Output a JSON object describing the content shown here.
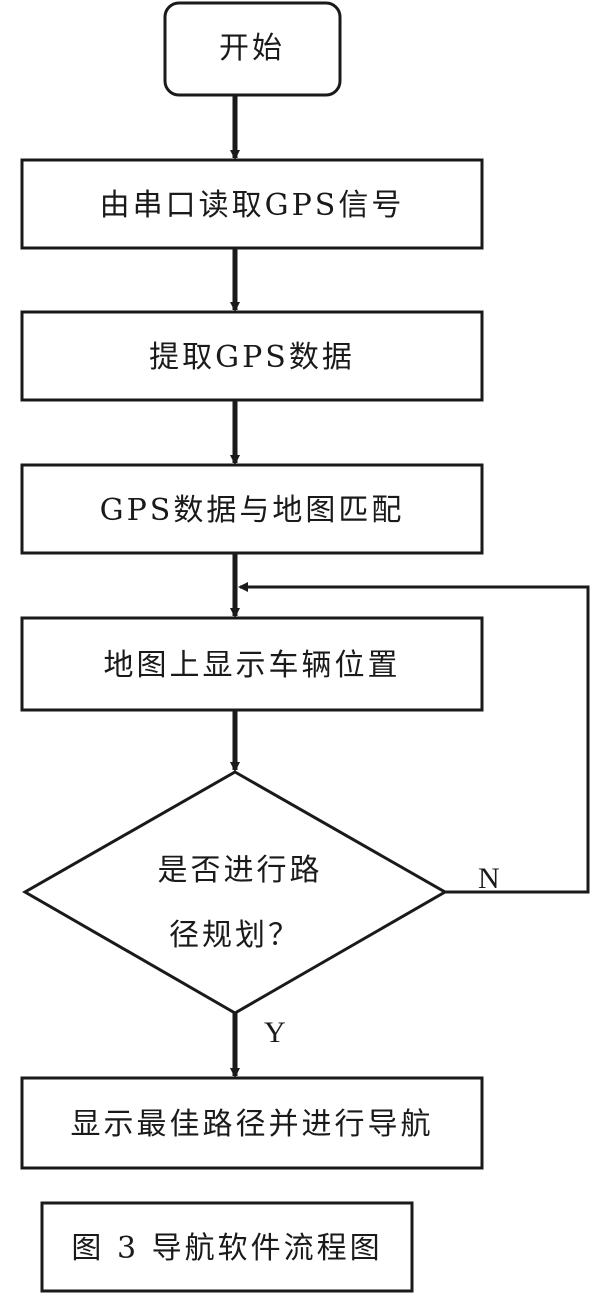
{
  "flowchart": {
    "nodes": [
      {
        "id": "start",
        "shape": "rounded-rect",
        "label": "开始"
      },
      {
        "id": "read-serial",
        "shape": "rect",
        "label": "由串口读取GPS信号"
      },
      {
        "id": "extract-data",
        "shape": "rect",
        "label": "提取GPS数据"
      },
      {
        "id": "map-match",
        "shape": "rect",
        "label": "GPS数据与地图匹配"
      },
      {
        "id": "show-vehicle",
        "shape": "rect",
        "label": "地图上显示车辆位置"
      },
      {
        "id": "decision",
        "shape": "diamond",
        "label_lines": [
          "是否进行路",
          "径规划？"
        ]
      },
      {
        "id": "navigate",
        "shape": "rect",
        "label": "显示最佳路径并进行导航"
      }
    ],
    "edges": [
      {
        "from": "start",
        "to": "read-serial",
        "label": ""
      },
      {
        "from": "read-serial",
        "to": "extract-data",
        "label": ""
      },
      {
        "from": "extract-data",
        "to": "map-match",
        "label": ""
      },
      {
        "from": "map-match",
        "to": "show-vehicle",
        "label": ""
      },
      {
        "from": "show-vehicle",
        "to": "decision",
        "label": ""
      },
      {
        "from": "decision",
        "to": "show-vehicle",
        "label": "N"
      },
      {
        "from": "decision",
        "to": "navigate",
        "label": "Y"
      }
    ]
  },
  "caption": "图 3 导航软件流程图"
}
